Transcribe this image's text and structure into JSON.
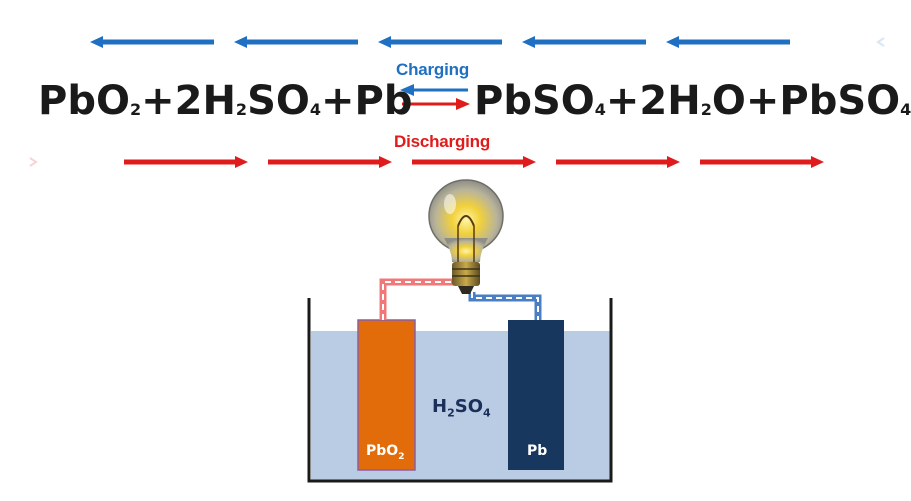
{
  "equation": {
    "left_side": [
      {
        "text": "PbO"
      },
      {
        "sub": "2"
      },
      {
        "text": "+2H"
      },
      {
        "sub": "2"
      },
      {
        "text": "SO"
      },
      {
        "sub": "4"
      },
      {
        "text": "+Pb"
      }
    ],
    "right_side": [
      {
        "text": "PbSO"
      },
      {
        "sub": "4"
      },
      {
        "text": "+2H"
      },
      {
        "sub": "2"
      },
      {
        "text": "O+PbSO"
      },
      {
        "sub": "4"
      }
    ]
  },
  "labels": {
    "charging": "Charging",
    "discharging": "Discharging"
  },
  "cell": {
    "positive_electrode": {
      "text": "PbO",
      "sub": "2"
    },
    "negative_electrode": "Pb",
    "electrolyte": [
      {
        "text": "H"
      },
      {
        "sub": "2"
      },
      {
        "text": "SO"
      },
      {
        "sub": "4"
      }
    ]
  },
  "colors": {
    "charging": "#1f6fc2",
    "discharging": "#e01b1b",
    "pbo2_electrode": "#e36c0a",
    "pb_electrode": "#17375e",
    "electrolyte": "#b9cce4",
    "tank": "#1a1a1a"
  },
  "icons": {
    "bulb": "light-bulb-icon"
  }
}
